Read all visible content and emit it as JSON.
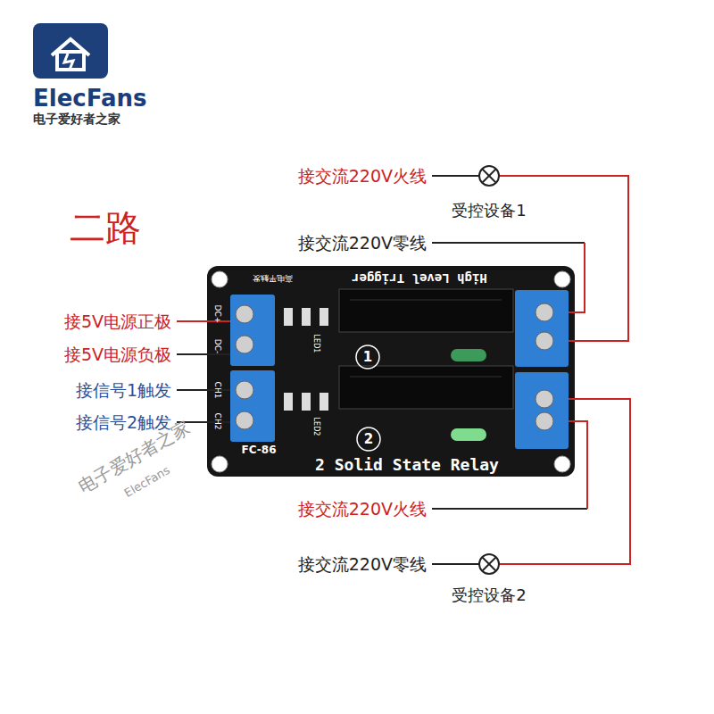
{
  "diagram": {
    "title": "二路",
    "labels": [
      "ElecFans",
      "电子爱好者之家",
      "接交流220V火线",
      "受控设备1",
      "接交流220V零线",
      "高电平触发",
      "High Level Trigger",
      "接5V电源正极",
      "接5V电源负极",
      "DC+",
      "DC-",
      "LED1",
      "1",
      "接信号1触发",
      "接信号2触发",
      "CH1",
      "CH2",
      "LED2",
      "2",
      "FC-86",
      "2 Solid State Relay",
      "电子爱好者之家",
      "ElecFans",
      "接交流220V火线",
      "接交流220V零线",
      "受控设备2"
    ]
  }
}
